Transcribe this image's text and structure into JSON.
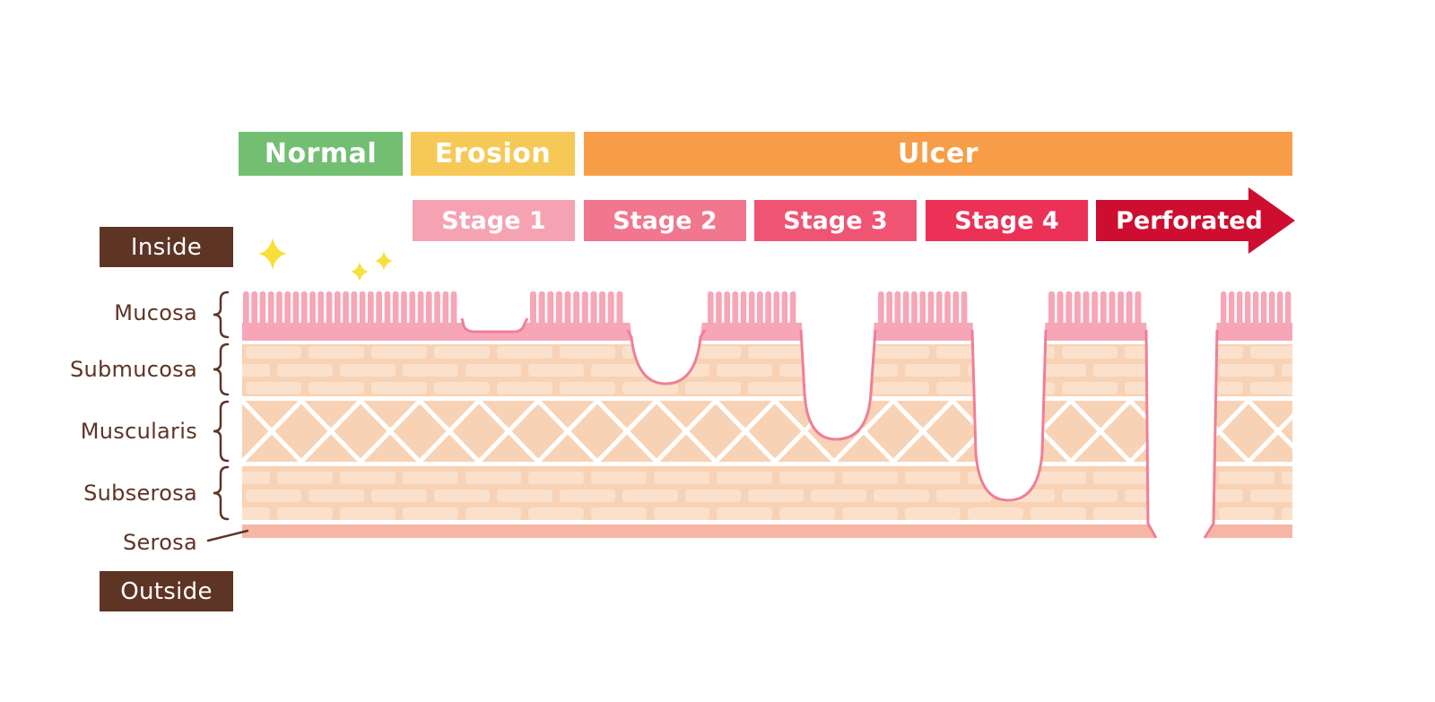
{
  "phases": {
    "normal": {
      "label": "Normal",
      "color": "#72bf72"
    },
    "erosion": {
      "label": "Erosion",
      "color": "#f6c957"
    },
    "ulcer": {
      "label": "Ulcer",
      "color": "#f79d48"
    }
  },
  "stages": [
    {
      "label": "Stage 1",
      "color": "#f5a3b3"
    },
    {
      "label": "Stage 2",
      "color": "#f1768e"
    },
    {
      "label": "Stage 3",
      "color": "#f05473"
    },
    {
      "label": "Stage 4",
      "color": "#ec3157"
    },
    {
      "label": "Perforated",
      "color": "#ce0e30"
    }
  ],
  "orientation": {
    "inside": "Inside",
    "outside": "Outside"
  },
  "layers": {
    "mucosa": "Mucosa",
    "submucosa": "Submucosa",
    "muscularis": "Muscularis",
    "subserosa": "Subserosa",
    "serosa": "Serosa"
  },
  "colors": {
    "tissue_pink": "#f6a6b7",
    "tissue_line": "#ef7f97",
    "layer_peach": "#f8d2b4",
    "serosa": "#f7b5a4",
    "label_brown": "#5e3424",
    "sparkle": "#f8df3c"
  }
}
